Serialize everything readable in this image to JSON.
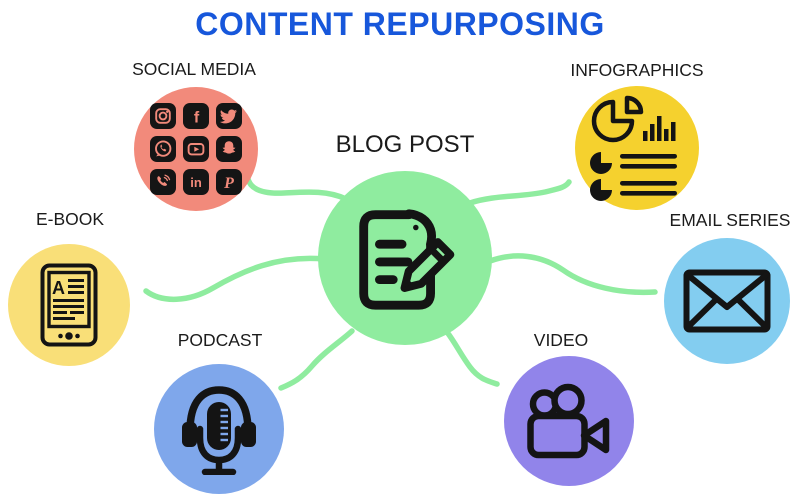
{
  "title": {
    "text": "CONTENT REPURPOSING",
    "color": "#1757DB"
  },
  "center": {
    "label": "BLOG POST",
    "icon": "document-pencil-icon",
    "circle_color": "#8FEC9F"
  },
  "connector_color": "#8FEC9F",
  "nodes": {
    "social_media": {
      "label": "SOCIAL MEDIA",
      "circle_color": "#F28A7B",
      "icon": "social-apps-grid-icon",
      "apps": [
        "instagram",
        "facebook",
        "twitter",
        "whatsapp",
        "youtube",
        "snapchat",
        "viber",
        "linkedin",
        "pinterest"
      ],
      "glyphs": {
        "facebook": "f",
        "linkedin": "in",
        "pinterest": "P"
      }
    },
    "infographics": {
      "label": "INFOGRAPHICS",
      "circle_color": "#F5D12E",
      "icon": "charts-infographic-icon"
    },
    "ebook": {
      "label": "E-BOOK",
      "circle_color": "#F9DF78",
      "icon": "ereader-tablet-icon",
      "screen_letter": "A"
    },
    "email_series": {
      "label": "EMAIL SERIES",
      "circle_color": "#83CDF0",
      "icon": "envelope-icon"
    },
    "podcast": {
      "label": "PODCAST",
      "circle_color": "#7FA7EB",
      "icon": "microphone-headphones-icon"
    },
    "video": {
      "label": "VIDEO",
      "circle_color": "#9184EA",
      "icon": "video-camera-icon"
    }
  }
}
